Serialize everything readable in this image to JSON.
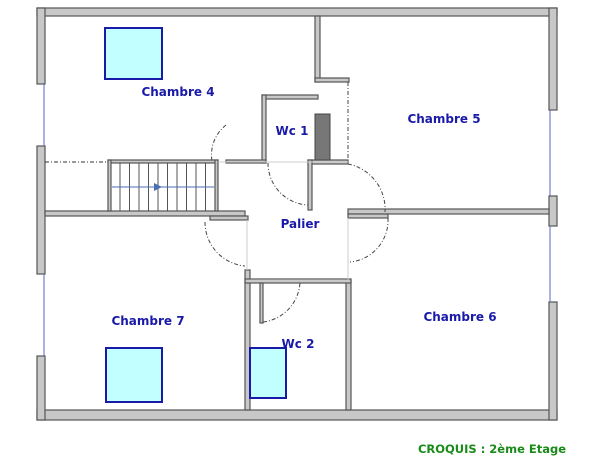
{
  "rooms": {
    "chambre4": "Chambre 4",
    "chambre5": "Chambre 5",
    "wc1": "Wc 1",
    "palier": "Palier",
    "chambre7": "Chambre 7",
    "chambre6": "Chambre 6",
    "wc2": "Wc 2"
  },
  "caption": "CROQUIS : 2ème Etage",
  "colors": {
    "label": "#1a1aa8",
    "caption": "#1a8a1a",
    "skylight": "#c2ffff",
    "wall": "#c8c8c8"
  }
}
